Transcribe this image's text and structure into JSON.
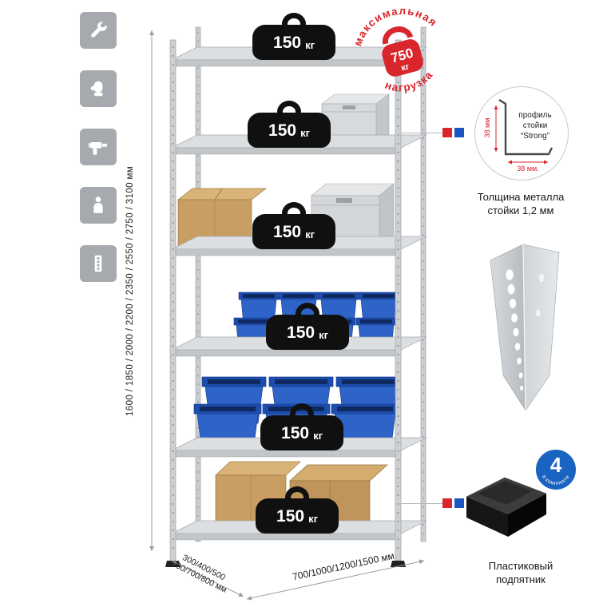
{
  "sidebar": {
    "icons": [
      {
        "name": "wrench-icon"
      },
      {
        "name": "gloves-icon"
      },
      {
        "name": "drill-icon"
      },
      {
        "name": "person-icon"
      },
      {
        "name": "rack-post-icon"
      }
    ]
  },
  "dims": {
    "height": "1600 / 1850 / 2000 / 2200 / 2350 / 2550 / 2750 / 3100 мм",
    "depth1": "300/400/500",
    "depth2": "600/700/800 мм",
    "width": "700/1000/1200/1500 мм"
  },
  "shelves": [
    {
      "value": "150",
      "unit": "кг"
    },
    {
      "value": "150",
      "unit": "кг"
    },
    {
      "value": "150",
      "unit": "кг"
    },
    {
      "value": "150",
      "unit": "кг"
    },
    {
      "value": "150",
      "unit": "кг"
    },
    {
      "value": "150",
      "unit": "кг"
    }
  ],
  "stamp": {
    "top": "максимальная",
    "bottom": "нагрузка",
    "value": "750",
    "unit": "кг"
  },
  "profile": {
    "l1": "профиль",
    "l2": "стойки",
    "l3": "“Strong”",
    "dim_v": "38 мм",
    "dim_h": "38 мм.",
    "cap1": "Толщина металла",
    "cap2": "стойки 1,2 мм"
  },
  "foot": {
    "badge": "4",
    "badge_arc": "в комплекте",
    "cap1": "Пластиковый",
    "cap2": "подпятник"
  },
  "colors": {
    "accent_red": "#d8262c",
    "accent_blue": "#1b55c0",
    "icon_gray": "#a6a9ad",
    "bin_blue": "#2e63c8",
    "box_tan": "#c89e63"
  }
}
